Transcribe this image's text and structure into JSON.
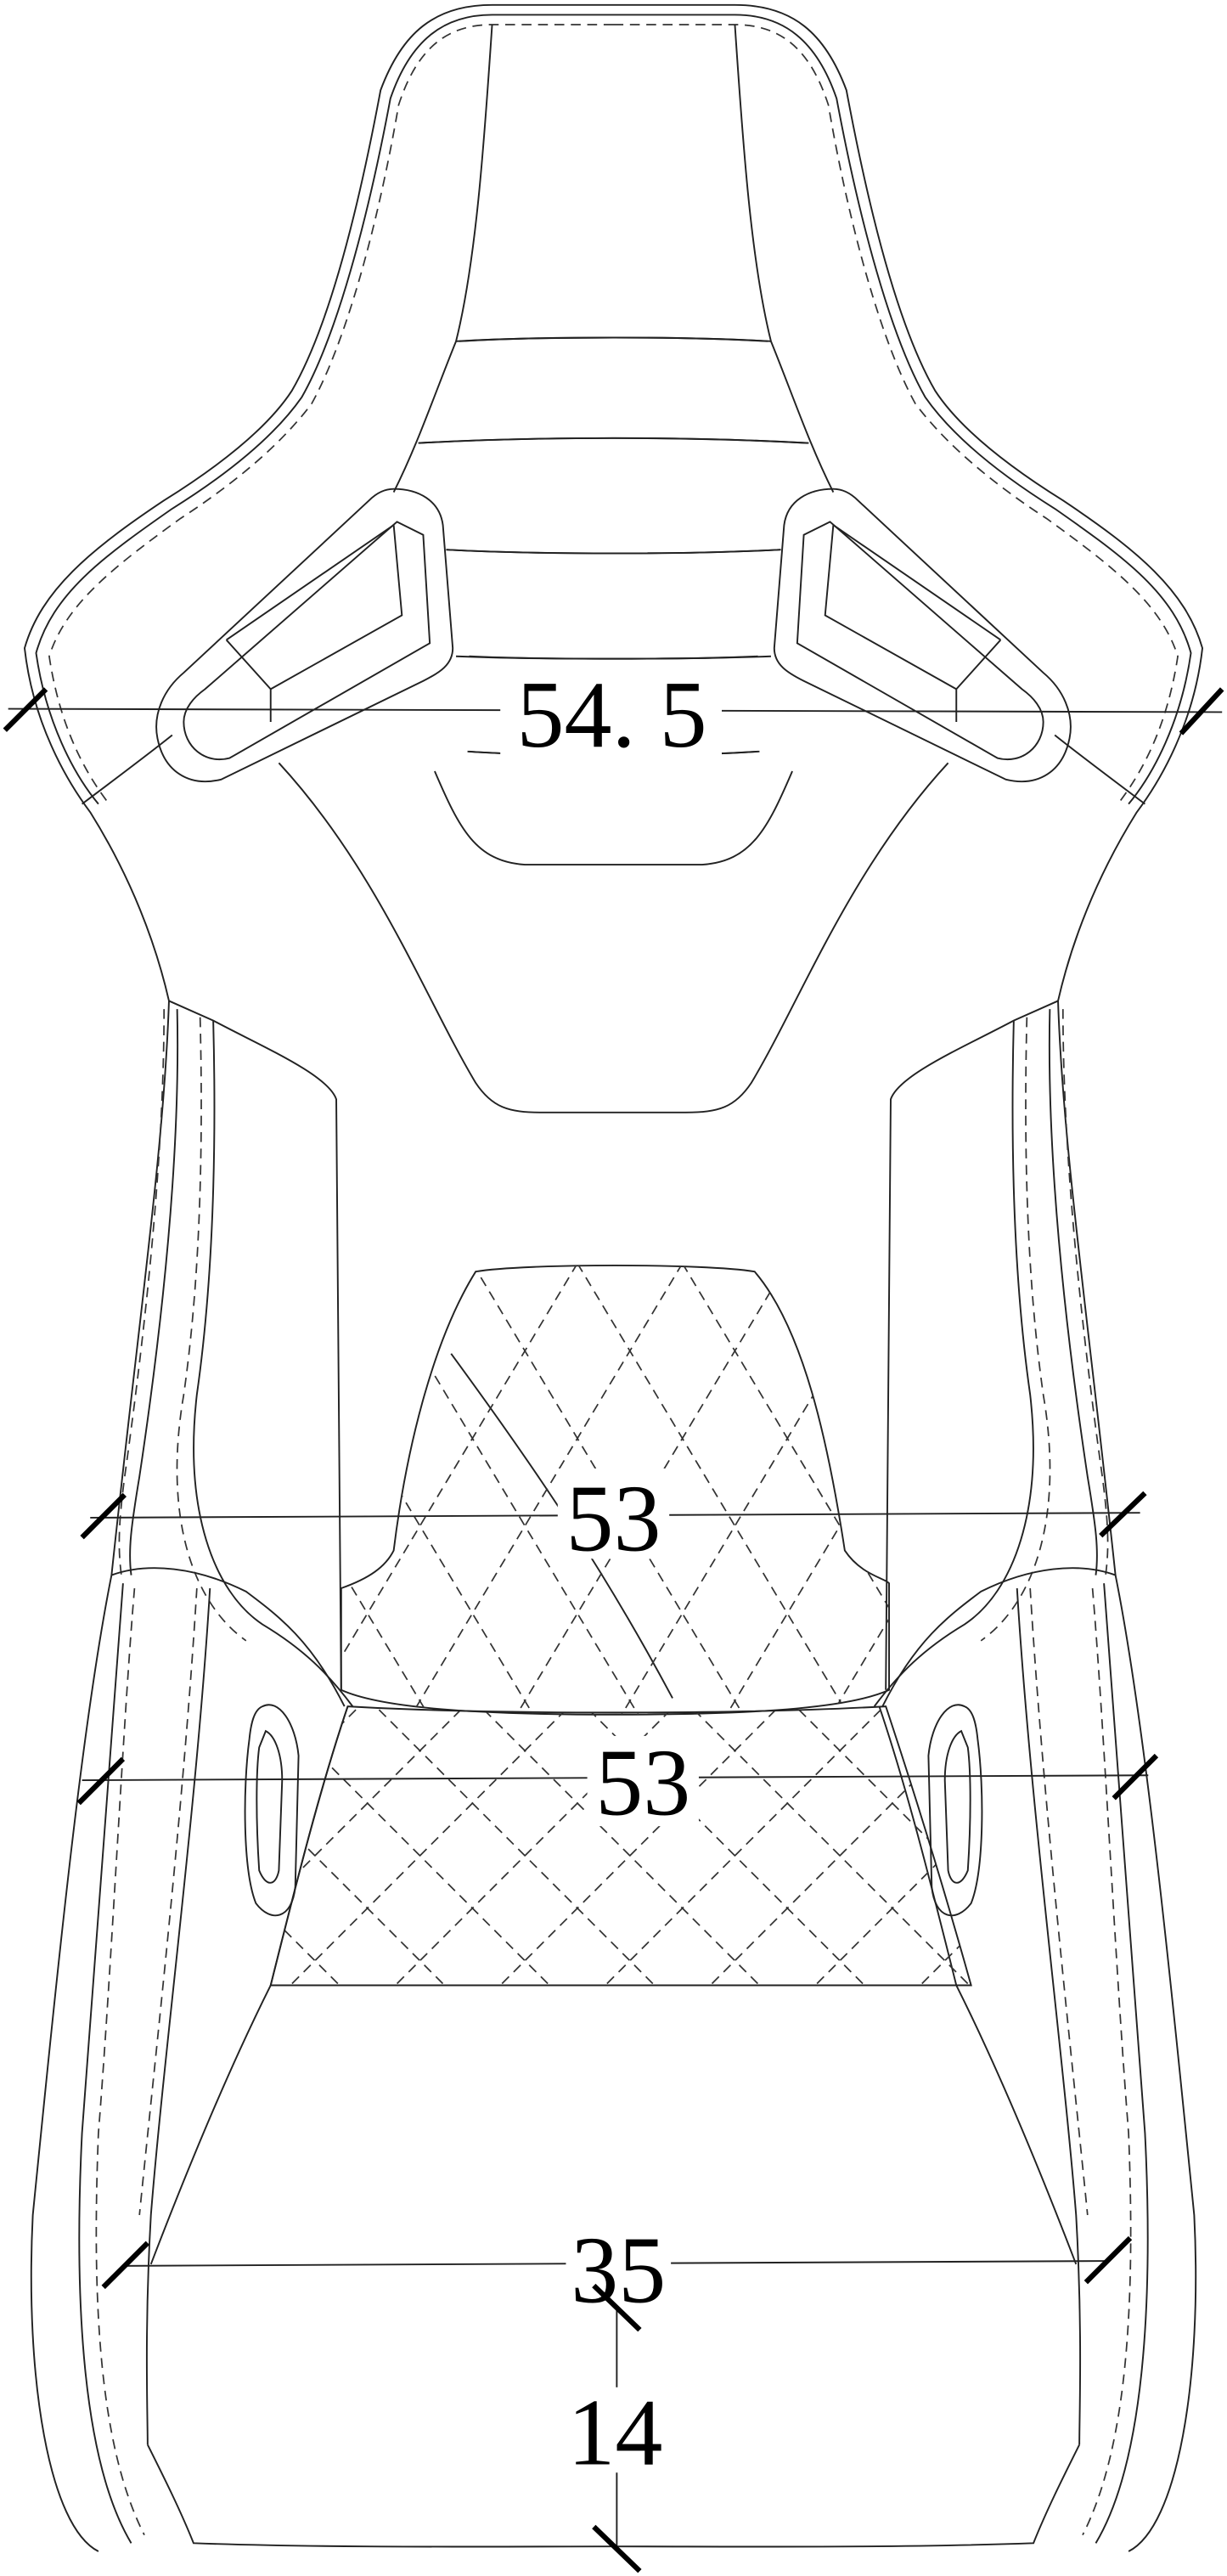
{
  "dimensions": {
    "head_width": "54. 5",
    "back_width": "53",
    "seat_front_width": "53",
    "seat_depth_width": "35",
    "seat_height": "14"
  }
}
